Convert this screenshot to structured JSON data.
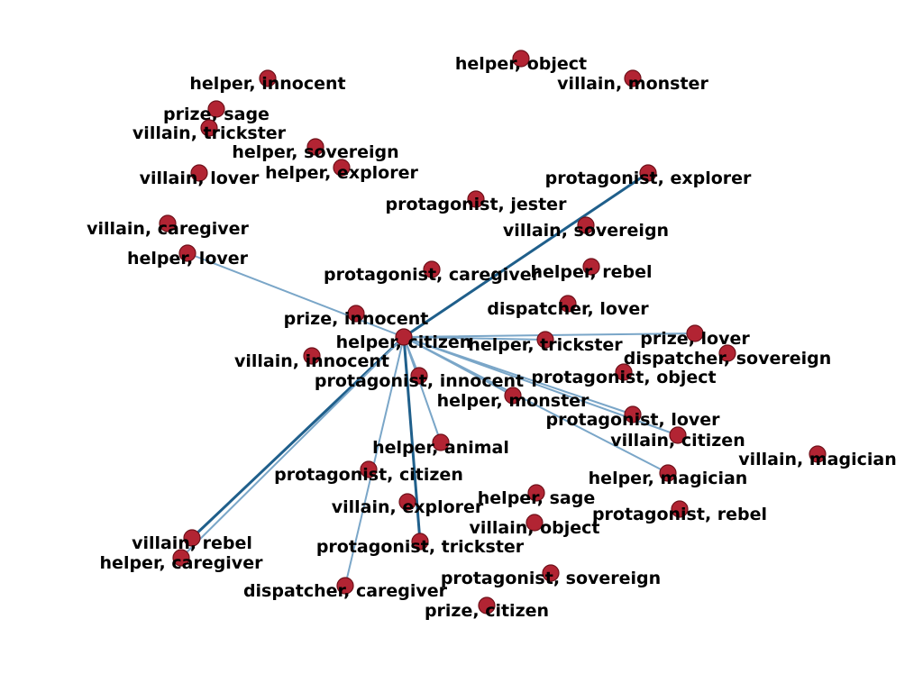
{
  "graph": {
    "colors": {
      "node_fill": "#b22433",
      "node_stroke": "#6e1019",
      "edge_light": "#7aa6c8",
      "edge_dark": "#1f5f8b",
      "label": "#000000",
      "background": "#ffffff"
    },
    "hub": "helper, citizen",
    "nodes": [
      "helper, object",
      "villain, monster",
      "helper, innocent",
      "prize, sage",
      "villain, trickster",
      "helper, sovereign",
      "helper, explorer",
      "villain, lover",
      "protagonist, explorer",
      "protagonist, jester",
      "villain, caregiver",
      "villain, sovereign",
      "helper, lover",
      "helper, rebel",
      "protagonist, caregiver",
      "dispatcher, lover",
      "prize, innocent",
      "helper, citizen",
      "helper, trickster",
      "prize, lover",
      "dispatcher, sovereign",
      "villain, innocent",
      "protagonist, object",
      "protagonist, innocent",
      "helper, monster",
      "protagonist, lover",
      "villain, citizen",
      "villain, magician",
      "helper, animal",
      "helper, magician",
      "protagonist, citizen",
      "helper, sage",
      "villain, explorer",
      "protagonist, rebel",
      "villain, object",
      "villain, rebel",
      "protagonist, trickster",
      "helper, caregiver",
      "protagonist, sovereign",
      "dispatcher, caregiver",
      "prize, citizen"
    ],
    "edges": [
      {
        "source": "helper, citizen",
        "target": "protagonist, explorer",
        "strength": "strong"
      },
      {
        "source": "helper, citizen",
        "target": "villain, rebel",
        "strength": "strong"
      },
      {
        "source": "helper, citizen",
        "target": "protagonist, trickster",
        "strength": "strong"
      },
      {
        "source": "helper, citizen",
        "target": "helper, lover",
        "strength": "weak"
      },
      {
        "source": "helper, citizen",
        "target": "prize, lover",
        "strength": "weak"
      },
      {
        "source": "helper, citizen",
        "target": "villain, citizen",
        "strength": "weak"
      },
      {
        "source": "helper, citizen",
        "target": "helper, magician",
        "strength": "weak"
      },
      {
        "source": "helper, citizen",
        "target": "dispatcher, caregiver",
        "strength": "weak"
      },
      {
        "source": "helper, citizen",
        "target": "helper, animal",
        "strength": "weak"
      },
      {
        "source": "helper, citizen",
        "target": "protagonist, innocent",
        "strength": "weak"
      },
      {
        "source": "helper, citizen",
        "target": "helper, trickster",
        "strength": "weak"
      },
      {
        "source": "helper, citizen",
        "target": "helper, monster",
        "strength": "weak"
      },
      {
        "source": "helper, citizen",
        "target": "protagonist, lover",
        "strength": "weak"
      },
      {
        "source": "helper, citizen",
        "target": "helper, caregiver",
        "strength": "weak"
      }
    ]
  }
}
